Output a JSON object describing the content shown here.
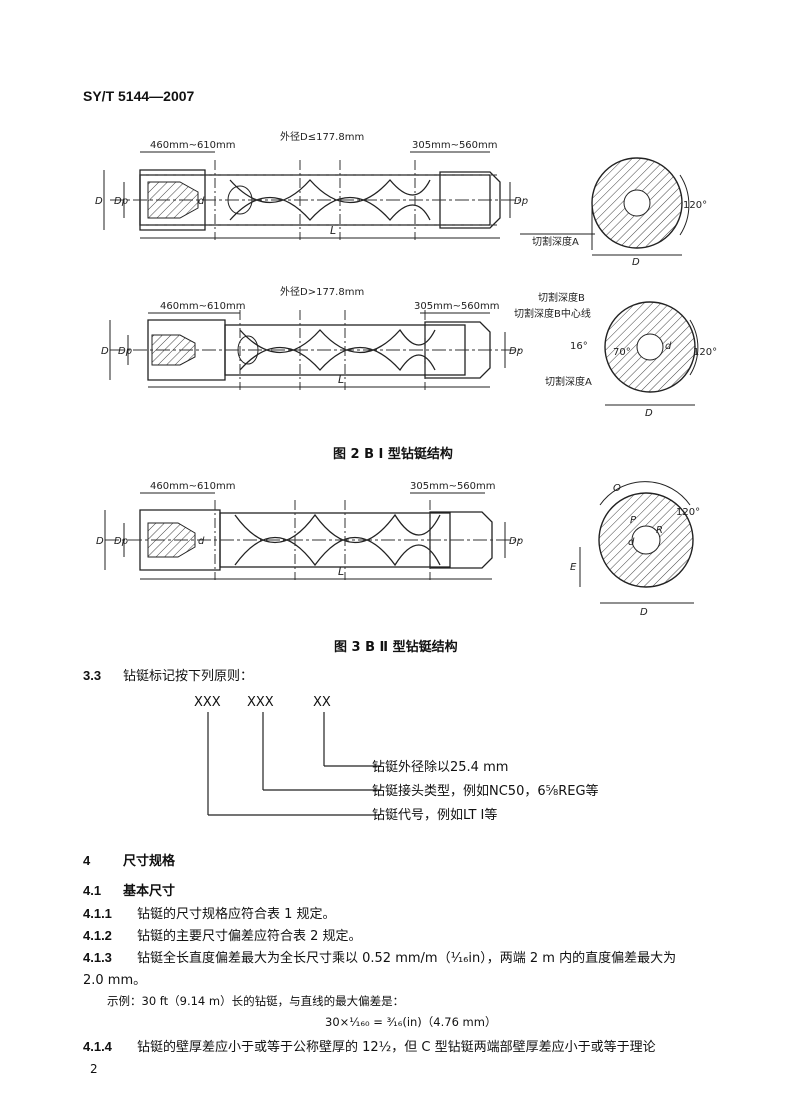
{
  "header": {
    "std_number": "SY/T 5144—2007"
  },
  "figure_top": {
    "left_dim": "460mm~610mm",
    "title_dim": "外径D≤177.8mm",
    "right_dim": "305mm~560mm",
    "label_D": "D",
    "label_Dp_left": "Dp",
    "label_d": "d",
    "label_Dp_right": "Dp",
    "label_L": "L",
    "section_angle": "120°",
    "section_label_A": "切割深度A",
    "section_label_D": "D"
  },
  "figure_mid": {
    "left_dim": "460mm~610mm",
    "title_dim": "外径D>177.8mm",
    "right_dim": "305mm~560mm",
    "label_D": "D",
    "label_Dp_left": "Dp",
    "label_Dp_right": "Dp",
    "label_L": "L",
    "section_label_B": "切割深度B",
    "section_label_B_center": "切割深度B中心线",
    "section_angle_16": "16°",
    "section_angle_70": "70°",
    "section_angle_120": "120°",
    "section_label_A": "切割深度A",
    "section_label_D": "D",
    "section_label_d": "d"
  },
  "caption_fig2": "图 2   B Ⅰ 型钻铤结构",
  "figure_bottom": {
    "left_dim": "460mm~610mm",
    "right_dim": "305mm~560mm",
    "label_D": "D",
    "label_Dp_left": "Dp",
    "label_d": "d",
    "label_Dp_right": "Dp",
    "label_L": "L",
    "section_O": "O",
    "section_P": "P",
    "section_R": "R",
    "section_d": "d",
    "section_E": "E",
    "section_angle": "120°",
    "section_D": "D"
  },
  "caption_fig3": "图 3   B Ⅱ 型钻铤结构",
  "section_3_3": {
    "num": "3.3",
    "text": "钻铤标记按下列原则："
  },
  "marking": {
    "code1": "XXX",
    "code2": "XXX",
    "code3": "XX",
    "desc3": "钻铤外径除以25.4 mm",
    "desc2": "钻铤接头类型，例如NC50，6⅝REG等",
    "desc1": "钻铤代号，例如LT Ⅰ等"
  },
  "section_4": {
    "num": "4",
    "title": "尺寸规格"
  },
  "section_4_1": {
    "num": "4.1",
    "title": "基本尺寸"
  },
  "p_4_1_1": {
    "num": "4.1.1",
    "text": "钻铤的尺寸规格应符合表 1 规定。"
  },
  "p_4_1_2": {
    "num": "4.1.2",
    "text": "钻铤的主要尺寸偏差应符合表 2 规定。"
  },
  "p_4_1_3": {
    "num": "4.1.3",
    "line1": "钻铤全长直度偏差最大为全长尺寸乘以 0.52 mm/m（¹⁄₁₆in），两端 2 m 内的直度偏差最大为",
    "line2": "2.0 mm。"
  },
  "example": {
    "line1": "示例：30 ft（9.14 m）长的钻铤，与直线的最大偏差是：",
    "line2": "30×¹⁄₁₆₀ = ³⁄₁₆(in)（4.76 mm）"
  },
  "p_4_1_4": {
    "num": "4.1.4",
    "text": "钻铤的壁厚差应小于或等于公称壁厚的 12½，但 C 型钻铤两端部壁厚差应小于或等于理论"
  },
  "page_number": "2"
}
